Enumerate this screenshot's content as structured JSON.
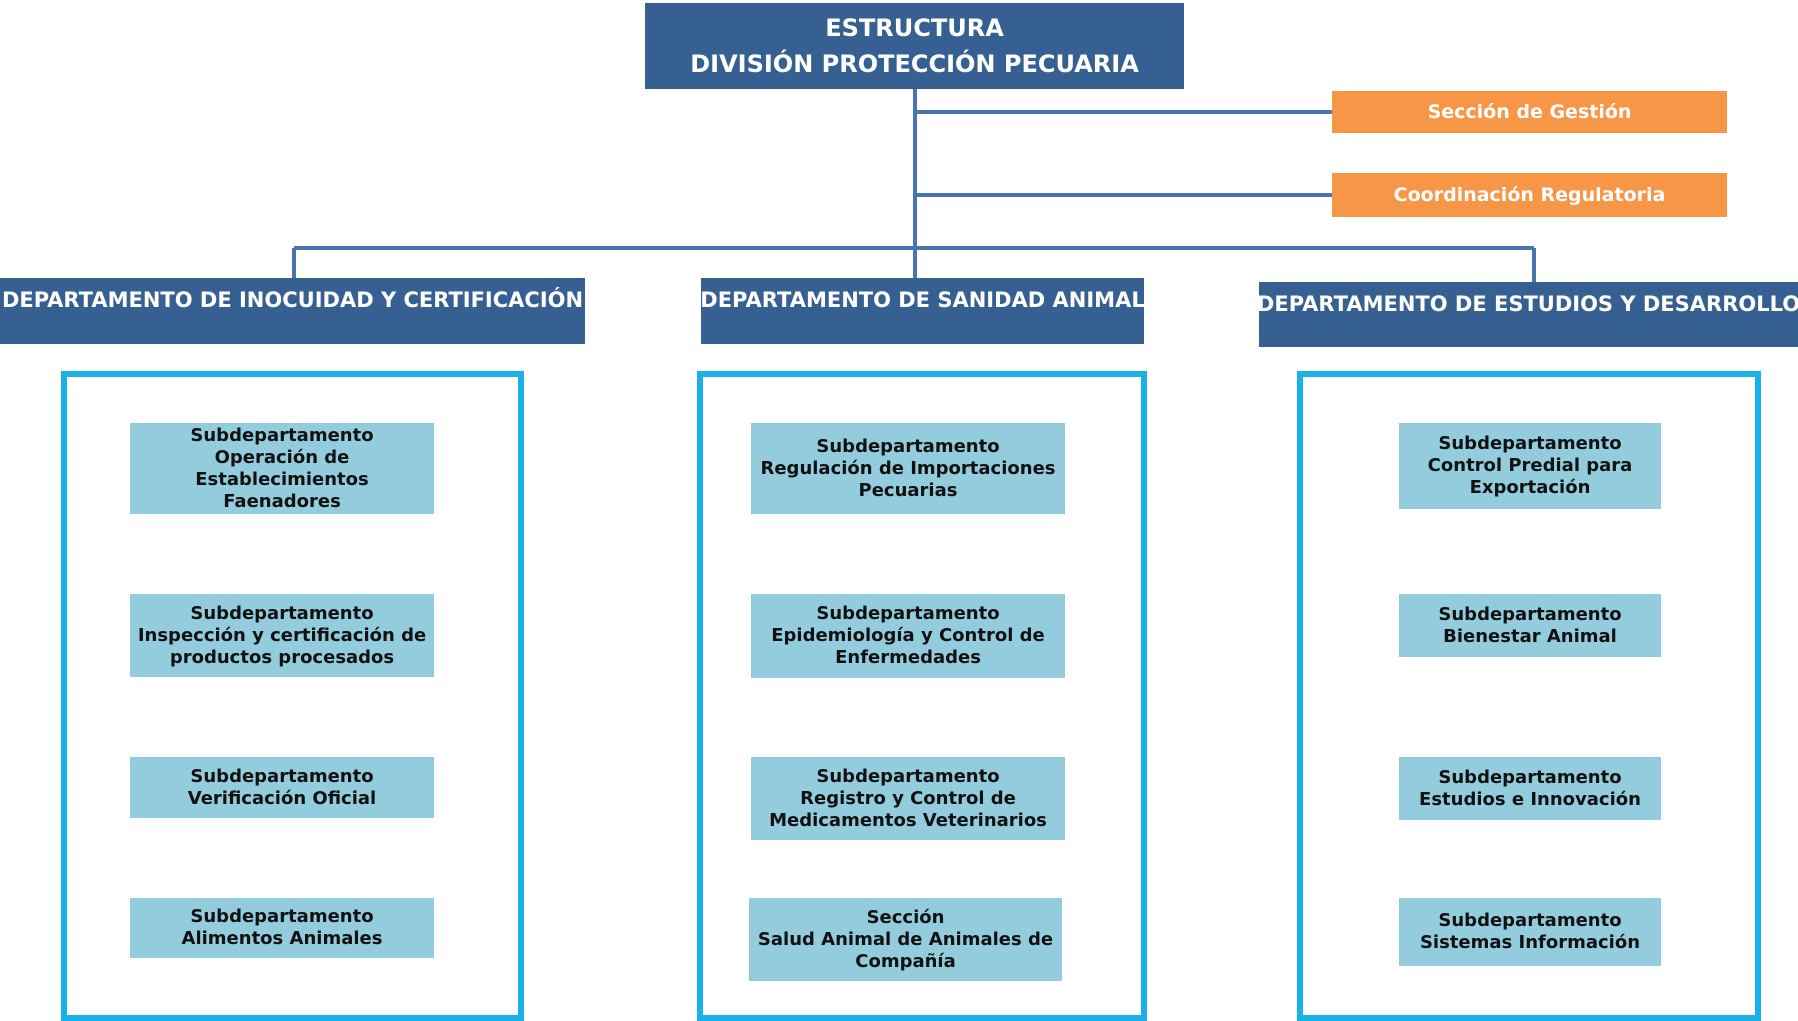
{
  "title": {
    "line1": "ESTRUCTURA",
    "line2": "DIVISIÓN PROTECCIÓN PECUARIA"
  },
  "staff": [
    {
      "label": "Sección de Gestión"
    },
    {
      "label": "Coordinación Regulatoria"
    }
  ],
  "departments": [
    {
      "label": "DEPARTAMENTO DE INOCUIDAD Y CERTIFICACIÓN",
      "units": [
        {
          "lines": [
            "Subdepartamento",
            "Operación de Establecimientos",
            "Faenadores"
          ]
        },
        {
          "lines": [
            "Subdepartamento",
            "Inspección y certificación de",
            "productos procesados"
          ]
        },
        {
          "lines": [
            "Subdepartamento",
            "Verificación Oficial"
          ]
        },
        {
          "lines": [
            "Subdepartamento",
            "Alimentos Animales"
          ]
        }
      ]
    },
    {
      "label": "DEPARTAMENTO DE SANIDAD ANIMAL",
      "units": [
        {
          "lines": [
            "Subdepartamento",
            "Regulación de Importaciones",
            "Pecuarias"
          ]
        },
        {
          "lines": [
            "Subdepartamento",
            "Epidemiología y Control de",
            "Enfermedades"
          ]
        },
        {
          "lines": [
            "Subdepartamento",
            "Registro y Control de",
            "Medicamentos Veterinarios"
          ]
        },
        {
          "lines": [
            "Sección",
            "Salud Animal de Animales de",
            "Compañía"
          ]
        }
      ]
    },
    {
      "label": "DEPARTAMENTO DE  ESTUDIOS Y DESARROLLO",
      "units": [
        {
          "lines": [
            "Subdepartamento",
            "Control Predial para",
            "Exportación"
          ]
        },
        {
          "lines": [
            "Subdepartamento",
            "Bienestar Animal"
          ]
        },
        {
          "lines": [
            "Subdepartamento",
            "Estudios e Innovación"
          ]
        },
        {
          "lines": [
            "Subdepartamento",
            "Sistemas Información"
          ]
        }
      ]
    }
  ]
}
